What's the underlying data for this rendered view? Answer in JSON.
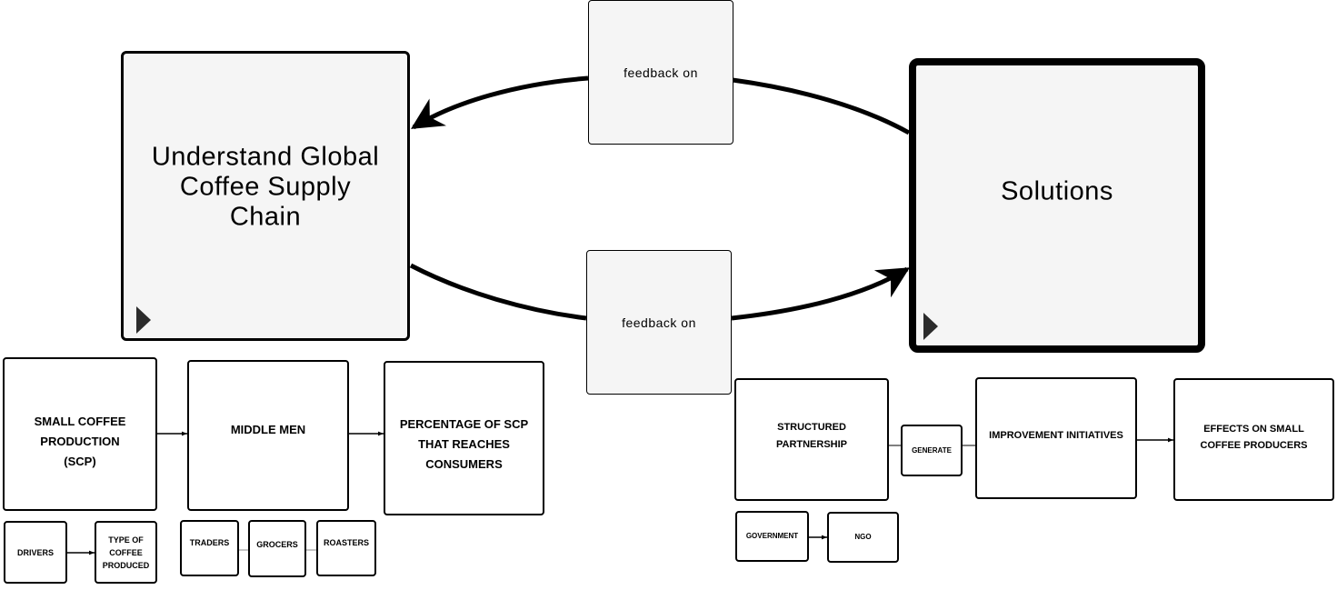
{
  "main_nodes": {
    "understand": "Understand Global Coffee Supply Chain",
    "solutions": "Solutions"
  },
  "feedback_top": "feedback on",
  "feedback_bottom": "feedback on",
  "supply_chain": {
    "small_coffee_production": "SMALL COFFEE PRODUCTION (SCP)",
    "middle_men": "MIDDLE MEN",
    "percentage": "PERCENTAGE OF SCP THAT REACHES CONSUMERS",
    "drivers": "DRIVERS",
    "type_of_coffee": "TYPE OF COFFEE PRODUCED",
    "traders": "TRADERS",
    "grocers": "GROCERS",
    "roasters": "ROASTERS"
  },
  "solutions_chain": {
    "structured_partnership": "STRUCTURED PARTNERSHIP",
    "generate": "GENERATE",
    "improvement_initiatives": "IMPROVEMENT INITIATIVES",
    "effects": "EFFECTS ON SMALL COFFEE PRODUCERS",
    "government": "GOVERNMENT",
    "ngo": "NGO"
  }
}
